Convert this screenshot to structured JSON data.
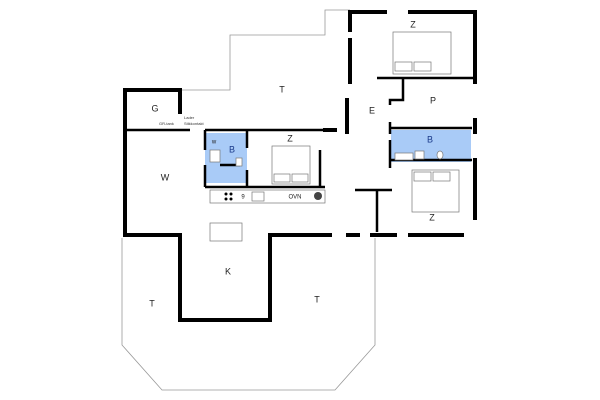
{
  "plan": {
    "rooms": {
      "garage": "G",
      "terrace_top": "T",
      "bedroom_top": "Z",
      "entry": "E",
      "utility": "P",
      "bath_right": "B",
      "bedroom_middle": "Z",
      "toilet": "w",
      "bath_left": "B",
      "living": "W",
      "bedroom_bottom_right": "Z",
      "kitchen": "K",
      "terrace_left": "T",
      "terrace_right": "T"
    },
    "annotations": {
      "tank": "GR-tank",
      "charger_line1": "Lader",
      "charger_line2": "Stikkontakt",
      "dishwasher": "9",
      "oven": "OVN"
    },
    "colors": {
      "bathroom_fill": "#a9cbf7",
      "wall": "#000000"
    }
  }
}
